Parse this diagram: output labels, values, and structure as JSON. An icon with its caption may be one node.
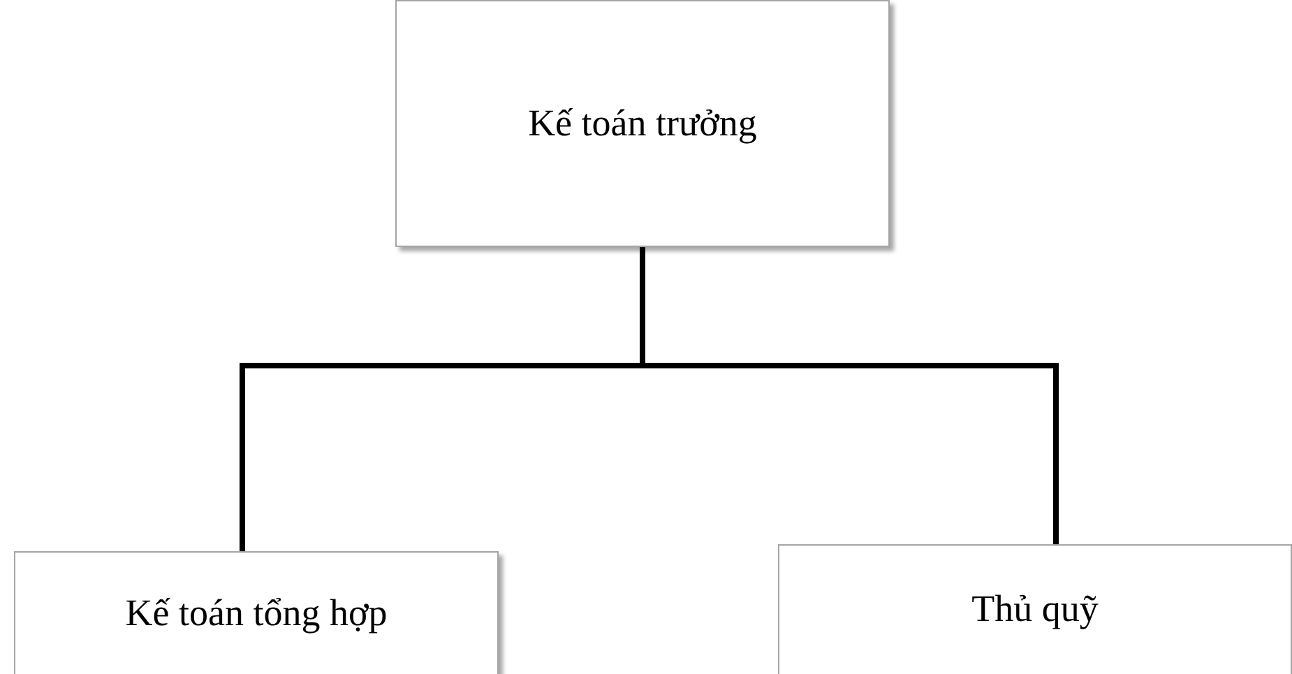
{
  "diagram": {
    "nodes": [
      {
        "text": [
          "Kế toán trưởng"
        ]
      },
      {
        "text": [
          "Kế toán tổng hợp"
        ]
      },
      {
        "text": [
          "Thủ quỹ"
        ]
      }
    ],
    "edges": [
      {
        "from": 0,
        "to": 1,
        "arrow": "none"
      },
      {
        "from": 0,
        "to": 2,
        "arrow": "none"
      }
    ]
  }
}
